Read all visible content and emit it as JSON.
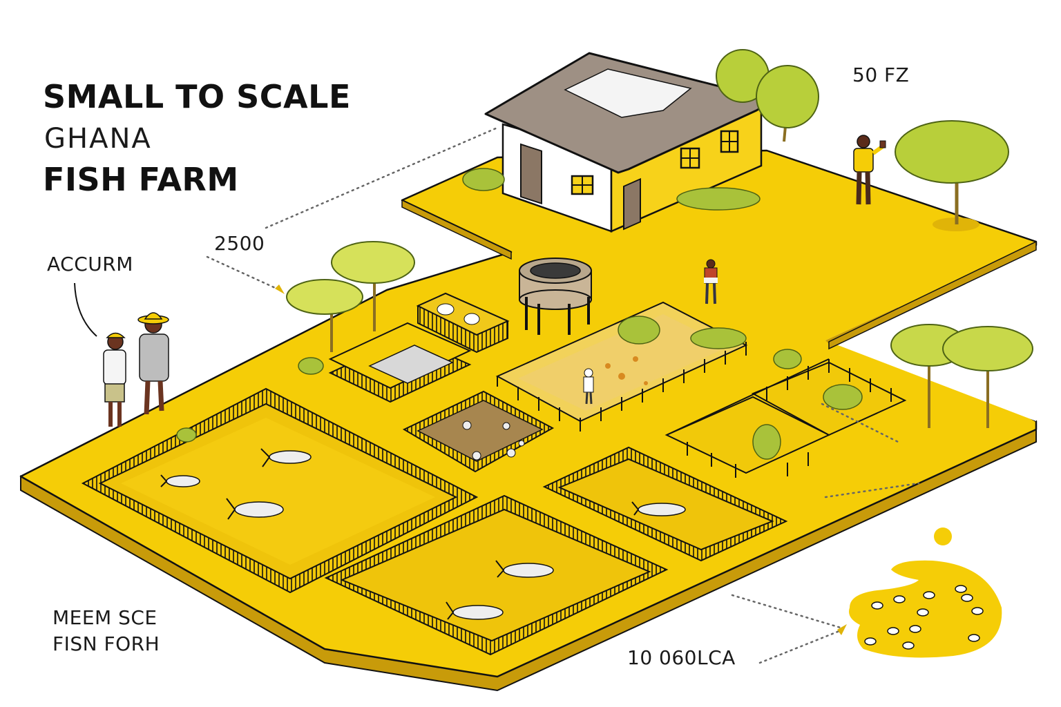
{
  "title": {
    "line1": "SMALL TO SCALE",
    "line2": "FISH FARM",
    "subtitle": "GHANA"
  },
  "labels": {
    "top_right": "50 FZ",
    "house_callout": "2500",
    "people_callout": "ACCURM",
    "bottom_left": "MEEM SCE\nFISN FORH",
    "bottom_callout": "10 060LCA"
  },
  "colors": {
    "ground_yellow": "#f5cd07",
    "ground_edge": "#c89b0a",
    "pond_water": "#f1c40a",
    "pond_inner": "#eec20c",
    "roof": "#9e9084",
    "wall_white": "#ffffff",
    "wall_yellow": "#f7d21a",
    "door_brown": "#8b7765",
    "mud_pond": "#a7864f",
    "outline": "#111111",
    "foliage": "#b8cf3a",
    "foliage_dark": "#6f8a1a",
    "skin": "#6b3420",
    "background": "#ffffff"
  },
  "scene": {
    "house": {
      "windows": 3,
      "doors": 2,
      "roof_feature": "skylight"
    },
    "ponds": [
      {
        "id": "large-left-pond",
        "fish_count": 3
      },
      {
        "id": "mud-pond",
        "fish_count": 5
      },
      {
        "id": "bottom-center-pond",
        "fish_count": 2
      },
      {
        "id": "right-pond",
        "fish_count": 1
      }
    ],
    "people_count": 5,
    "well": "round water tank",
    "fenced_plots": 3,
    "fingerling_blob_fish": 12
  }
}
